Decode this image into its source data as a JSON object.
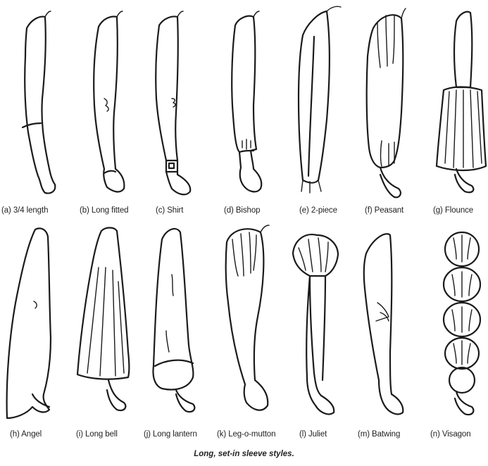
{
  "labels": {
    "a": "(a) 3/4 length",
    "b": "(b) Long fitted",
    "c": "(c) Shirt",
    "d": "(d) Bishop",
    "e": "(e) 2-piece",
    "f": "(f) Peasant",
    "g": "(g) Flounce",
    "h": "(h) Angel",
    "i": "(i) Long bell",
    "j": "(j) Long lantern",
    "k": "(k) Leg-o-mutton",
    "l": "(l) Juliet",
    "m": "(m) Batwing",
    "n": "(n) Visagon"
  },
  "caption": "Long, set-in sleeve styles.",
  "colors": {
    "ink": "#1b1b1b",
    "background": "#ffffff"
  }
}
